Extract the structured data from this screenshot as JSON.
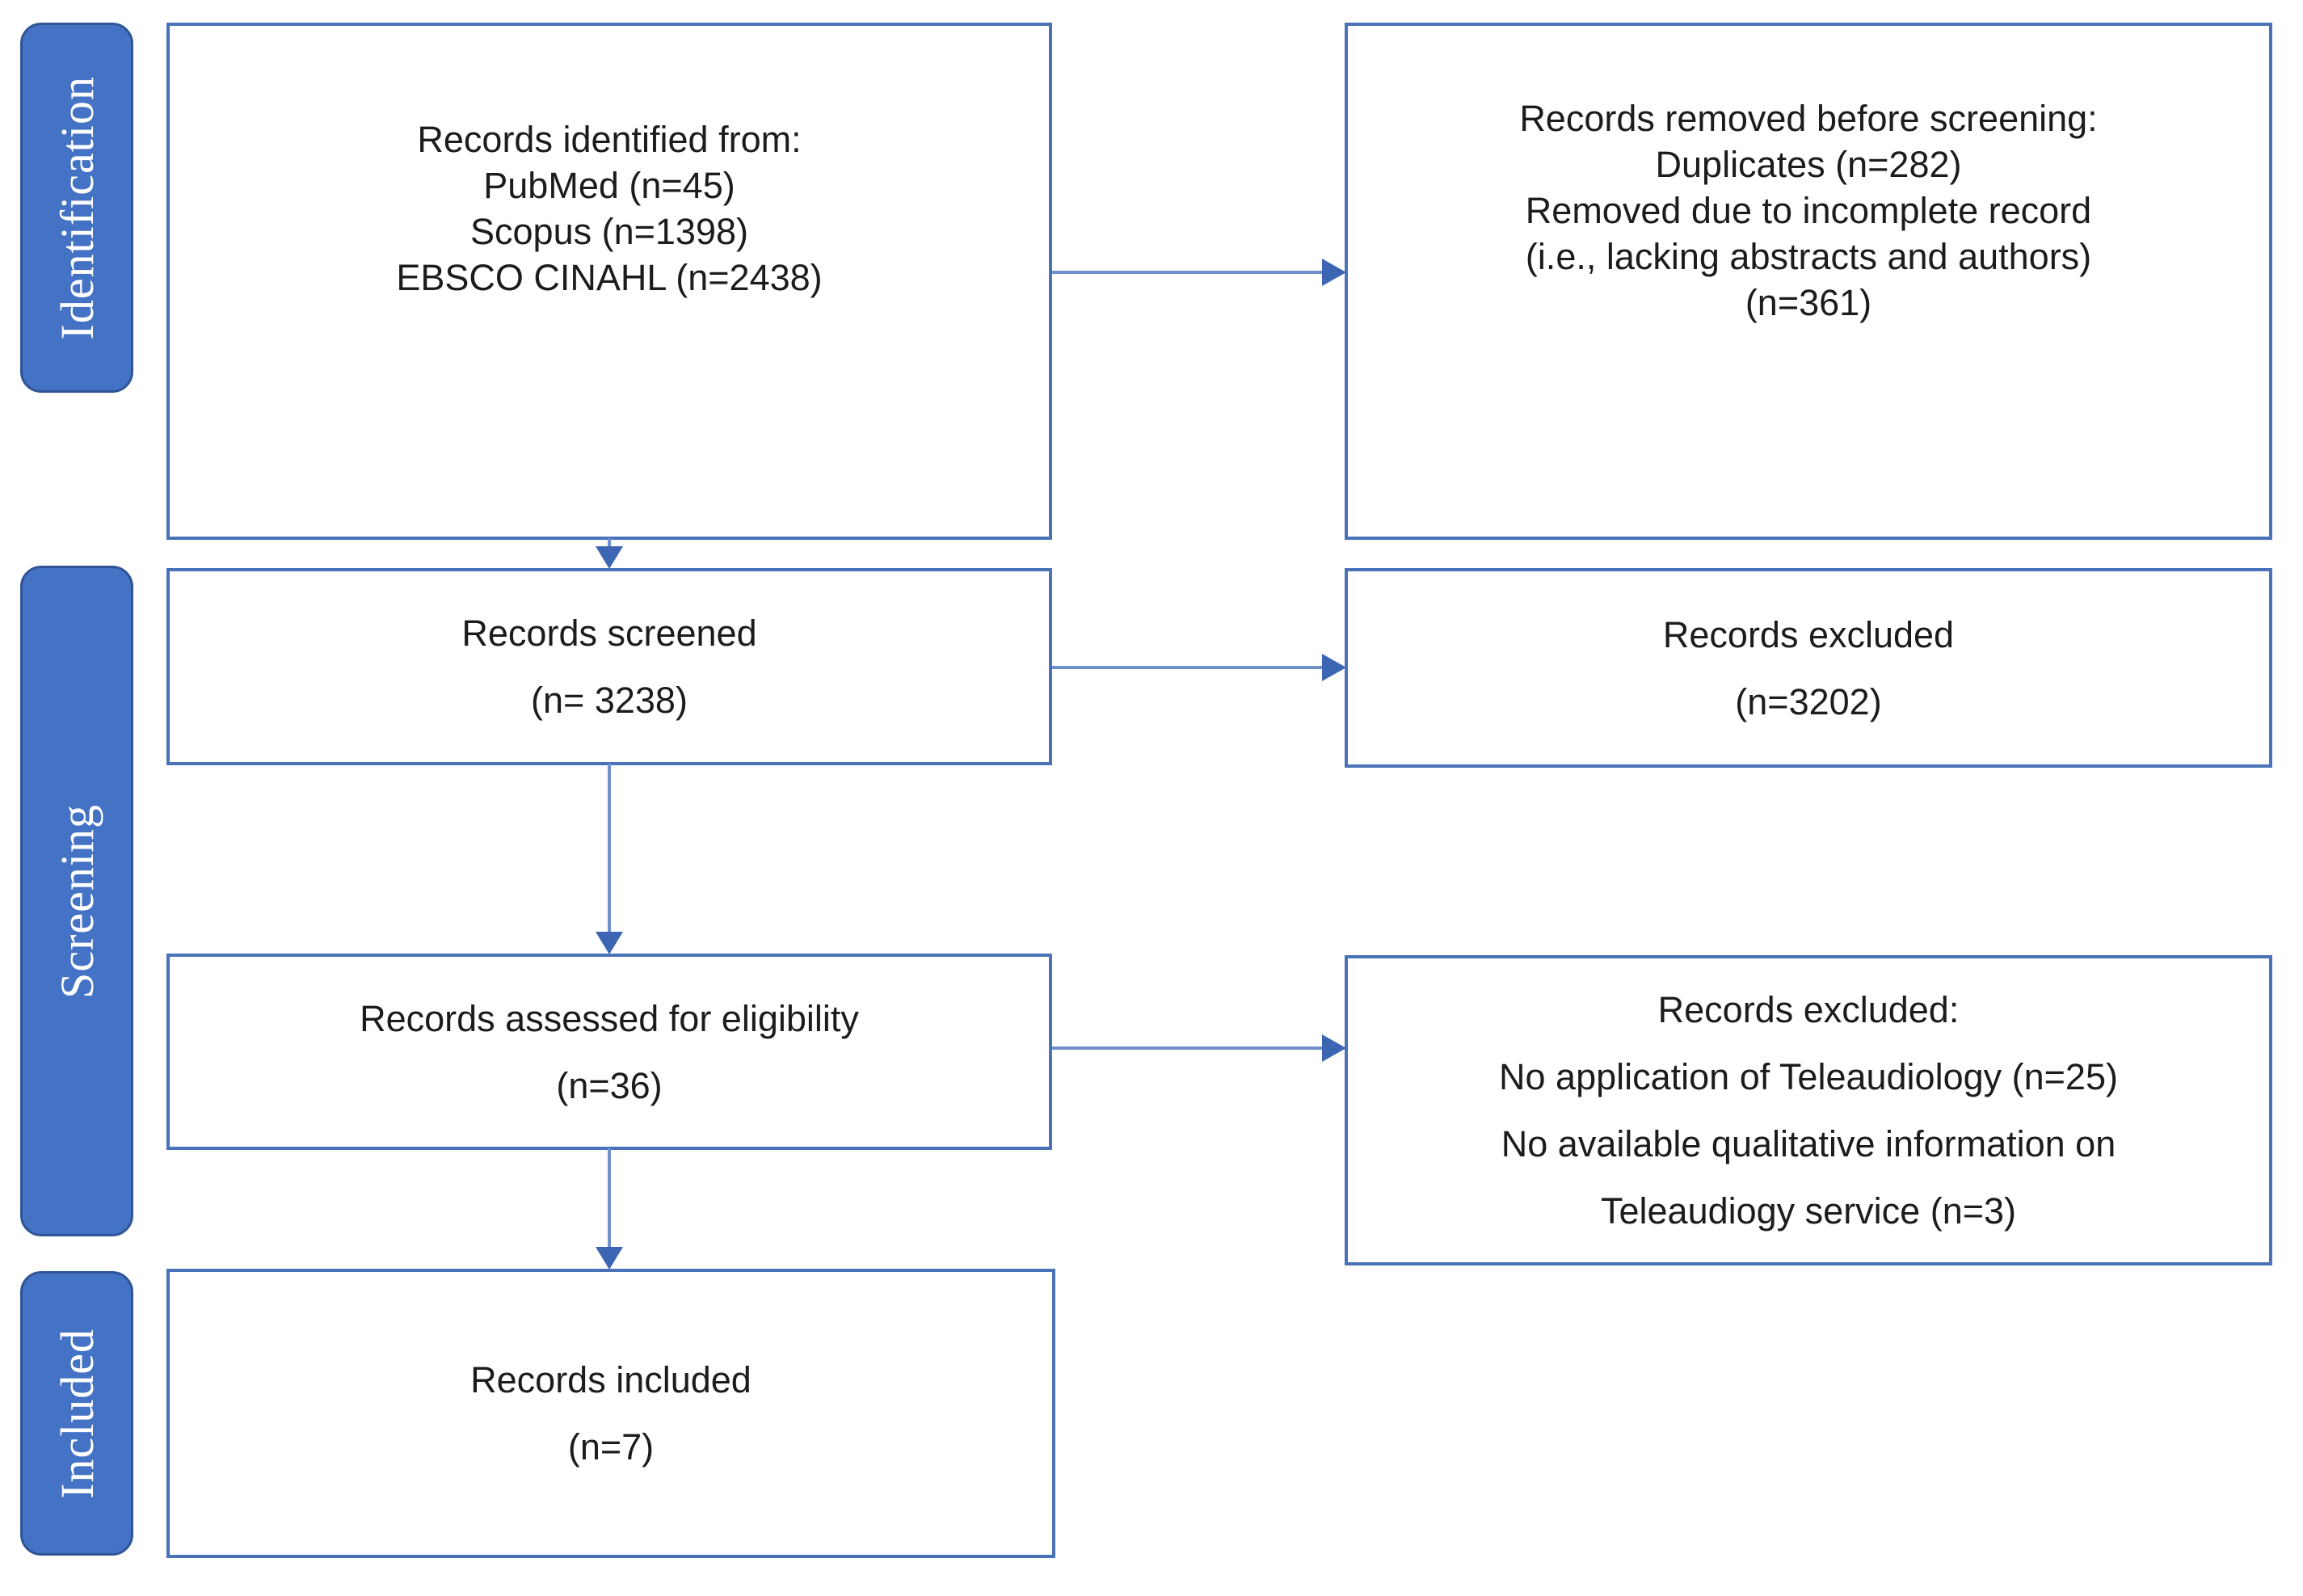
{
  "diagram": {
    "title": "PRISMA flow diagram",
    "colors": {
      "stage_fill": "#4472C4",
      "stage_border": "#2f5597",
      "box_border": "#4a72b8",
      "arrow_line": "#6f90cc",
      "arrow_head": "#3c66b3",
      "text": "#1c1c1c"
    },
    "stages": [
      {
        "label": "Identification"
      },
      {
        "label": "Screening"
      },
      {
        "label": "Included"
      }
    ],
    "boxes": {
      "identified": {
        "lines": [
          "Records identified from:",
          "PubMed (n=45)",
          "Scopus (n=1398)",
          "EBSCO CINAHL (n=2438)"
        ]
      },
      "removed": {
        "lines": [
          "Records removed before screening:",
          "Duplicates (n=282)",
          "Removed due to incomplete record",
          "(i.e., lacking abstracts and authors)",
          "(n=361)"
        ]
      },
      "screened": {
        "lines": [
          "Records screened",
          "(n= 3238)"
        ]
      },
      "excluded_screened": {
        "lines": [
          "Records excluded",
          "(n=3202)"
        ]
      },
      "assessed": {
        "lines": [
          "Records assessed for eligibility",
          "(n=36)"
        ]
      },
      "excluded_assessed": {
        "lines": [
          "Records excluded:",
          "No application of Teleaudiology (n=25)",
          "No available qualitative information on",
          "Teleaudiogy service (n=3)"
        ]
      },
      "included": {
        "lines": [
          "Records included",
          "(n=7)"
        ]
      }
    }
  }
}
